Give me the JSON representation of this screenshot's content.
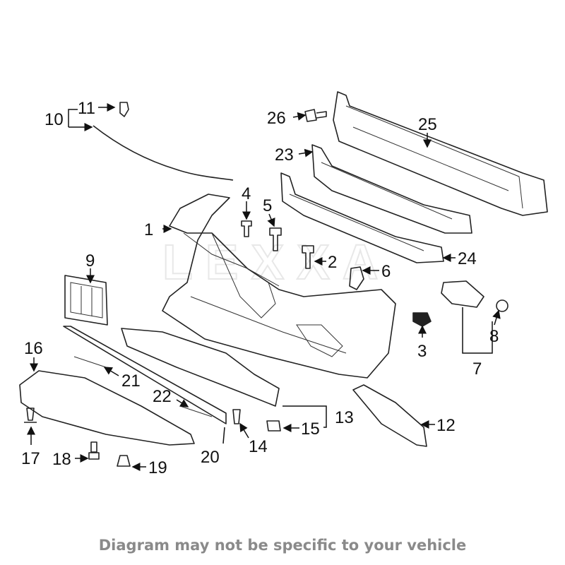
{
  "diagram": {
    "watermark": "LEXXA",
    "callouts": [
      "1",
      "2",
      "3",
      "4",
      "5",
      "6",
      "7",
      "8",
      "9",
      "10",
      "11",
      "12",
      "13",
      "14",
      "15",
      "16",
      "17",
      "18",
      "19",
      "20",
      "21",
      "22",
      "23",
      "24",
      "25",
      "26"
    ]
  },
  "caption": "Diagram may not be specific to your vehicle"
}
